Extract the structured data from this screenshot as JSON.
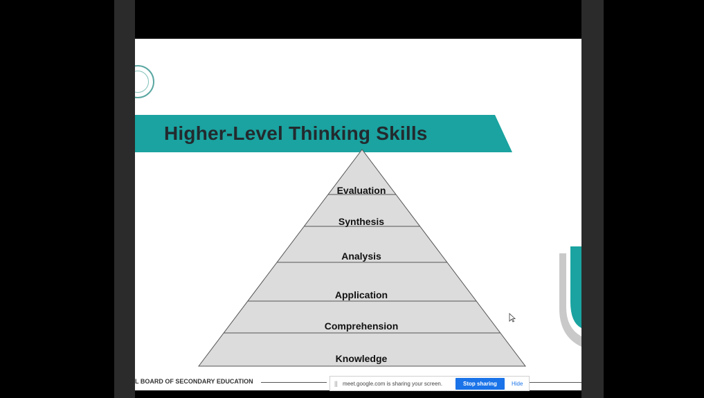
{
  "slide": {
    "title": "Higher-Level Thinking Skills",
    "footer": "L BOARD OF SECONDARY EDUCATION",
    "pyramid_levels": [
      "Evaluation",
      "Synthesis",
      "Analysis",
      "Application",
      "Comprehension",
      "Knowledge"
    ]
  },
  "share_bar": {
    "grip": "||",
    "message": "meet.google.com is sharing your screen.",
    "stop_label": "Stop sharing",
    "hide_label": "Hide"
  },
  "colors": {
    "accent_teal": "#1aa3a0",
    "stop_button": "#1a73e8",
    "pyramid_fill": "#dcdcdc"
  }
}
